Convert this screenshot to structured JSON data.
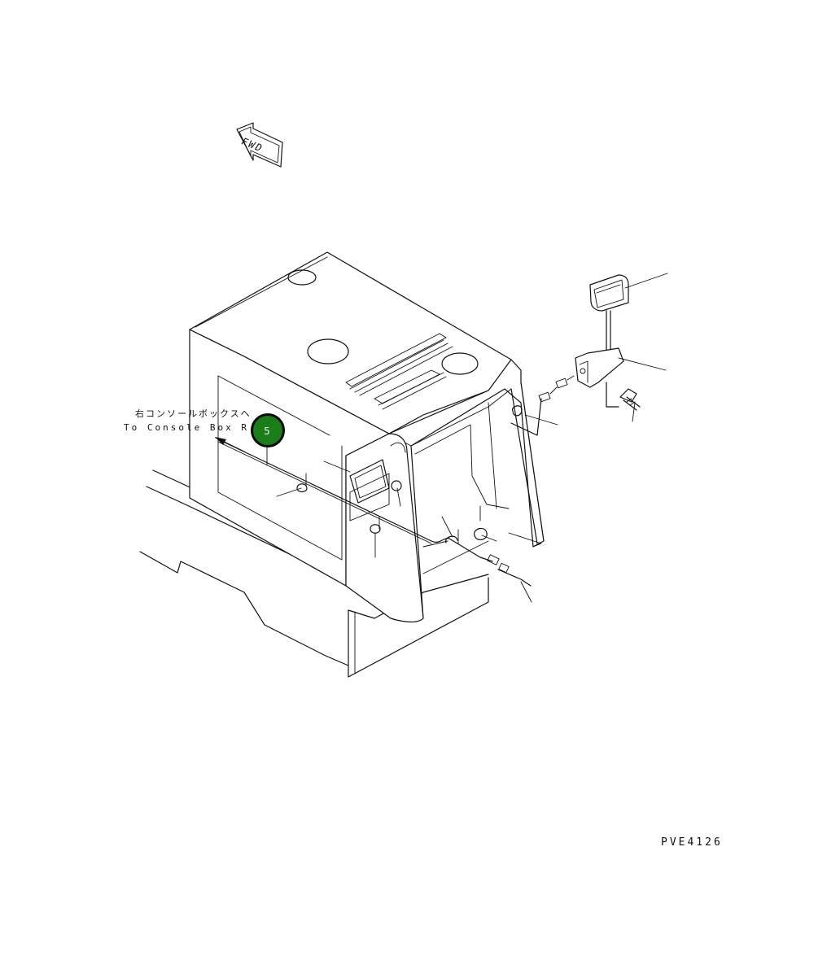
{
  "labels": {
    "fwd": "FWD",
    "destination_jp": "右コンソールボックスへ",
    "destination_en": "To Console Box R.H.",
    "drawing_code": "PVE4126"
  },
  "callout": {
    "number": "5",
    "color": "#1a7d1a"
  }
}
